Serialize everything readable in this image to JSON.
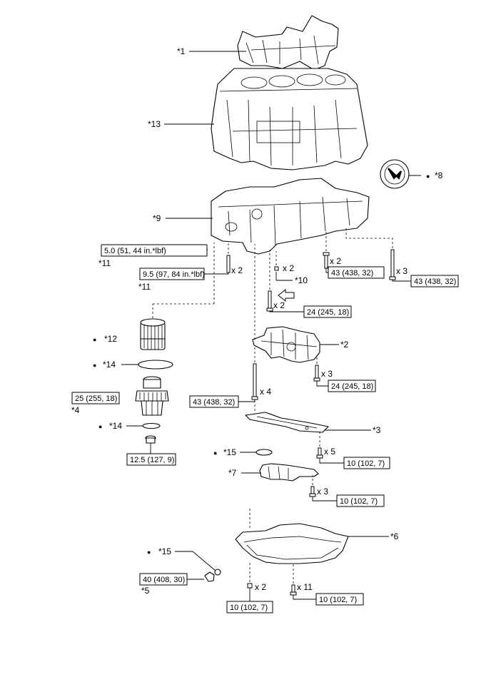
{
  "parts": {
    "p1": "*1",
    "p2": "*2",
    "p3": "*3",
    "p4": "*4",
    "p5": "*5",
    "p6": "*6",
    "p7": "*7",
    "p8": "*8",
    "p9": "*9",
    "p10": "*10",
    "p11a": "*11",
    "p11b": "*11",
    "p12": "*12",
    "p13": "*13",
    "p14a": "*14",
    "p14b": "*14",
    "p15a": "*15",
    "p15b": "*15"
  },
  "bullet": "●",
  "torque": {
    "t1": "5.0 (51, 44 in.*lbf)",
    "t2": "9.5 (97, 84 in.*lbf)",
    "t3": "43 (438, 32)",
    "t4": "43 (438, 32)",
    "t5": "24 (245, 18)",
    "t6": "24 (245, 18)",
    "t7": "25 (255, 18)",
    "t8": "43 (438, 32)",
    "t9": "12.5 (127, 9)",
    "t10": "10 (102, 7)",
    "t11": "10 (102, 7)",
    "t12": "40 (408, 30)",
    "t13": "10 (102, 7)",
    "t14": "10 (102, 7)"
  },
  "qty": {
    "q1": "x 2",
    "q2": "x 2",
    "q3": "x 2",
    "q4": "x 3",
    "q5": "x 2",
    "q6": "x 3",
    "q7": "x 4",
    "q8": "x 5",
    "q9": "x 3",
    "q10": "x 2",
    "q11": "x 11"
  }
}
